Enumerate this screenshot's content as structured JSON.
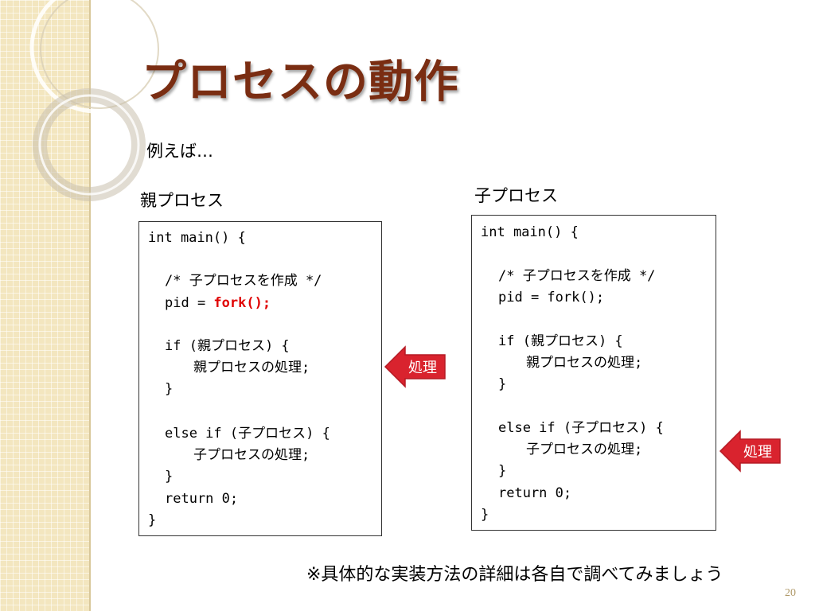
{
  "slide": {
    "title": "プロセスの動作",
    "intro": "例えば…",
    "page_number": "20",
    "footnote": "※具体的な実装方法の詳細は各自で調べてみましょう"
  },
  "parent": {
    "label": "親プロセス",
    "code": {
      "l1": "int main() {",
      "l2": "/* 子プロセスを作成 */",
      "l3a": "pid = ",
      "l3b": "fork();",
      "l4": "if (親プロセス) {",
      "l5": "親プロセスの処理;",
      "l6": "}",
      "l7": "else if (子プロセス) {",
      "l8": "子プロセスの処理;",
      "l9": "}",
      "l10": "return 0;",
      "l11": "}"
    },
    "arrow_label": "処理"
  },
  "child": {
    "label": "子プロセス",
    "code": {
      "l1": "int main() {",
      "l2": "/* 子プロセスを作成 */",
      "l3": "pid = fork();",
      "l4": "if (親プロセス) {",
      "l5": "親プロセスの処理;",
      "l6": "}",
      "l7": "else if (子プロセス) {",
      "l8": "子プロセスの処理;",
      "l9": "}",
      "l10": "return 0;",
      "l11": "}"
    },
    "arrow_label": "処理"
  },
  "colors": {
    "title": "#7a2d12",
    "arrow": "#d9232e",
    "highlight": "#e00000",
    "sidebar": "#f3e6bf"
  }
}
